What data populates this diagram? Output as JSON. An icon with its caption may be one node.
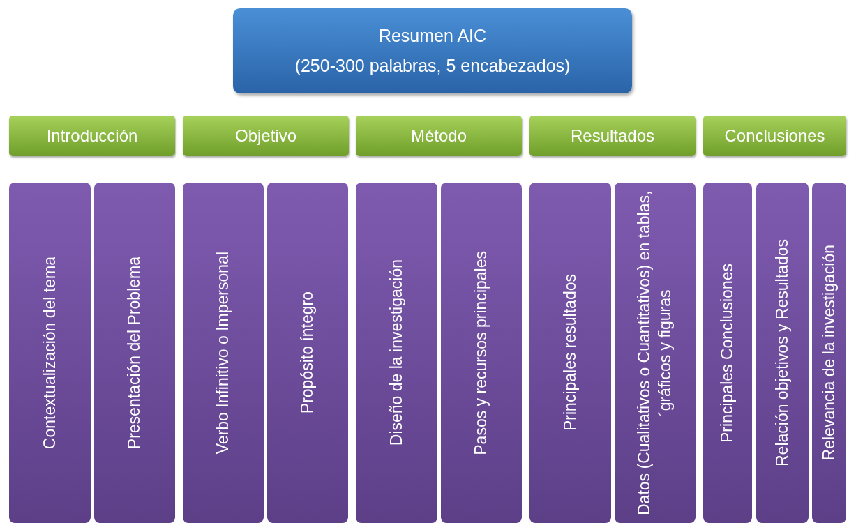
{
  "diagram": {
    "nodes": [
      {
        "text": [
          "Resumen AIC",
          "(250-300 palabras, 5 encabezados)"
        ]
      },
      {
        "text": [
          "Introducción"
        ]
      },
      {
        "text": [
          "Objetivo"
        ]
      },
      {
        "text": [
          "Método"
        ]
      },
      {
        "text": [
          "Resultados"
        ]
      },
      {
        "text": [
          "Conclusiones"
        ]
      },
      {
        "text": [
          "Contextualización del tema"
        ]
      },
      {
        "text": [
          "Presentación del Problema"
        ]
      },
      {
        "text": [
          "Verbo Infinitivo o Impersonal"
        ]
      },
      {
        "text": [
          "Propósito íntegro"
        ]
      },
      {
        "text": [
          "Diseño de la investigación"
        ]
      },
      {
        "text": [
          "Pasos y recursos principales"
        ]
      },
      {
        "text": [
          "Principales resultados"
        ]
      },
      {
        "text": [
          "Datos (Cualitativos o Cuantitativos) en tablas, ´gráficos y figuras"
        ]
      },
      {
        "text": [
          "Principales Conclusiones"
        ]
      },
      {
        "text": [
          "Relación objetivos y Resultados"
        ]
      },
      {
        "text": [
          "Relevancia de la investigación"
        ]
      }
    ]
  }
}
